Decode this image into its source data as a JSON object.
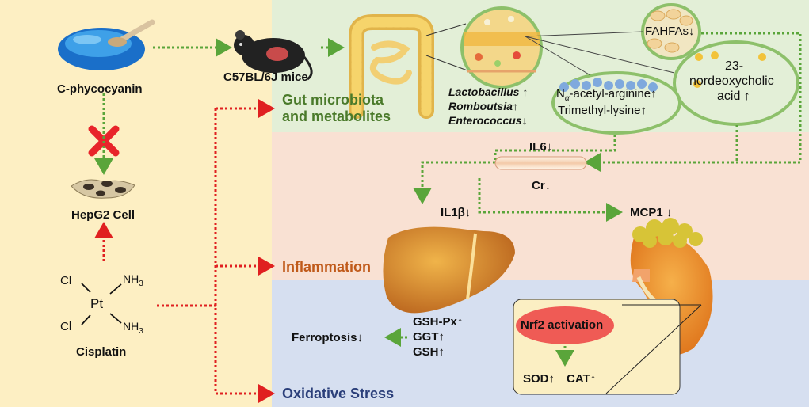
{
  "left_panel": {
    "cpc_label": "C-phycocyanin",
    "cell_label": "HepG2 Cell",
    "cisplatin_label": "Cisplatin",
    "cl_top": "Cl",
    "cl_bottom": "Cl",
    "nh3_top": "NH",
    "nh3_bottom": "NH",
    "nh3_sub": "3",
    "pt": "Pt"
  },
  "top_panel": {
    "mice_label": "C57BL/6J mice",
    "section_title_line1": "Gut microbiota",
    "section_title_line2": "and metabolites",
    "bacteria": [
      "Lactobacillus ↑",
      "Romboutsia↑",
      "Enterococcus↓"
    ],
    "fahfa": "FAHFAs↓",
    "acid_line1": "23-",
    "acid_line2": "nordeoxycholic",
    "acid_line3": "acid ↑",
    "arg_prefix": "N",
    "arg_sub": "α",
    "arg_rest": "-acetyl-arginine↑",
    "lysine": "Trimethyl-lysine↑"
  },
  "middle_panel": {
    "section_title": "Inflammation",
    "il6": "IL6↓",
    "cr": "Cr↓",
    "il1b": "IL1β↓",
    "mcp1": "MCP1 ↓"
  },
  "bottom_panel": {
    "section_title": "Oxidative Stress",
    "ferroptosis": "Ferroptosis↓",
    "gsh_px": "GSH-Px↑",
    "ggt": "GGT↑",
    "gsh": "GSH↑",
    "nrf2": "Nrf2 activation",
    "sod": "SOD↑",
    "cat": "CAT↑"
  },
  "colors": {
    "left_bg": "#fdefc3",
    "top_bg": "#e3efd7",
    "middle_bg": "#f9e1d3",
    "bottom_bg": "#d6dff0",
    "green_arrow": "#5aa53a",
    "red_arrow": "#e02020",
    "section_green": "#4a7a2a",
    "section_orange": "#c05a1a",
    "section_blue": "#2b3f7a"
  }
}
